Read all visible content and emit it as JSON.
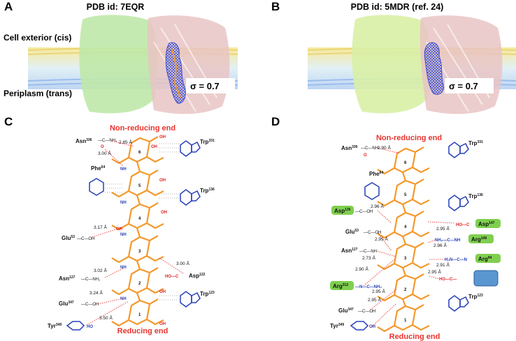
{
  "panels": {
    "A": {
      "letter": "A",
      "pdb": "PDB id: 7EQR",
      "sigma": "σ = 0.7",
      "cis": "Cell exterior (cis)",
      "trans": "Periplasm (trans)"
    },
    "B": {
      "letter": "B",
      "pdb": "PDB id: 5MDR (ref. 24)",
      "sigma": "σ = 0.7"
    },
    "C": {
      "letter": "C",
      "top_end": "Non-reducing end",
      "bottom_end": "Reducing end",
      "residues": [
        "Asn",
        "Trp",
        "Phe",
        "Trp",
        "Glu",
        "Asp",
        "Asn",
        "Glu",
        "Trp",
        "Tyr"
      ],
      "superscripts": [
        "336",
        "331",
        "64",
        "136",
        "53",
        "122",
        "127",
        "347",
        "123",
        "349"
      ],
      "distances": [
        "2.85 Å",
        "3.00 Å",
        "3.17 Å",
        "3.00 Å",
        "3.02 Å",
        "3.24 Å",
        "3.50 Å"
      ],
      "ring_numbers": [
        "6",
        "5",
        "4",
        "3",
        "2",
        "1"
      ]
    },
    "D": {
      "letter": "D",
      "top_end": "Non-reducing end",
      "bottom_end": "Reducing end",
      "plain_residues": [
        "Asn",
        "Trp",
        "Phe",
        "Trp",
        "Glu",
        "Asn",
        "Glu",
        "Trp",
        "Tyr"
      ],
      "plain_superscripts": [
        "336",
        "331",
        "64",
        "136",
        "53",
        "127",
        "347",
        "123",
        "349"
      ],
      "boxed_residues": [
        "Asp",
        "Asp",
        "Arg",
        "Arg",
        "Arg"
      ],
      "boxed_superscripts": [
        "135",
        "147",
        "149",
        "94",
        "312"
      ],
      "distances": [
        "2.90 Å",
        "2.96 Å",
        "2.95 Å",
        "2.95 Å",
        "2.96 Å",
        "2.73 Å",
        "2.91 Å",
        "2.90 Å",
        "2.95 Å",
        "2.95 Å",
        "2.95 Å"
      ],
      "ring_numbers": [
        "6",
        "5",
        "4",
        "3",
        "2",
        "1"
      ]
    }
  },
  "colors": {
    "end_label": "#e8342e",
    "sugar": "#f39a2e",
    "green_box": "#7fcf4f",
    "blue_box": "#5a97d0",
    "protein_green": "#bfe8a8",
    "protein_red": "#e9c4c4",
    "nitrogen": "#2740b8",
    "oxygen": "#e02020"
  }
}
